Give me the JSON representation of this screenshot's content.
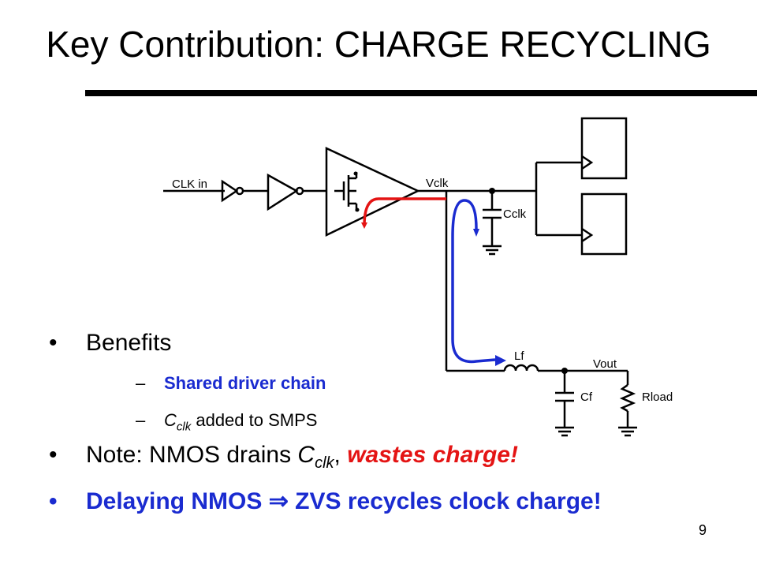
{
  "slide": {
    "title": "Key Contribution: CHARGE RECYCLING",
    "page_number": "9"
  },
  "diagram": {
    "labels": {
      "clk_in": "CLK in",
      "vclk": "Vclk",
      "cclk": "Cclk",
      "lf": "Lf",
      "vout": "Vout",
      "cf": "Cf",
      "rload": "Rload"
    },
    "colors": {
      "nmos_path": "#e41414",
      "recycle_path": "#1a2bd0"
    }
  },
  "bullets": {
    "benefits": {
      "bullet": "•",
      "text": "Benefits"
    },
    "sub1": {
      "dash": "–",
      "text": "Shared driver chain"
    },
    "sub2": {
      "dash": "–",
      "c": "C",
      "clk": "clk",
      "rest": " added to SMPS"
    },
    "note": {
      "bullet": "•",
      "prefix": "Note: NMOS drains ",
      "c": "C",
      "clk": "clk",
      "comma": ", ",
      "emph": "wastes charge!"
    },
    "delay": {
      "bullet": "•",
      "text": "Delaying NMOS ⇒ ZVS recycles clock charge!"
    }
  }
}
